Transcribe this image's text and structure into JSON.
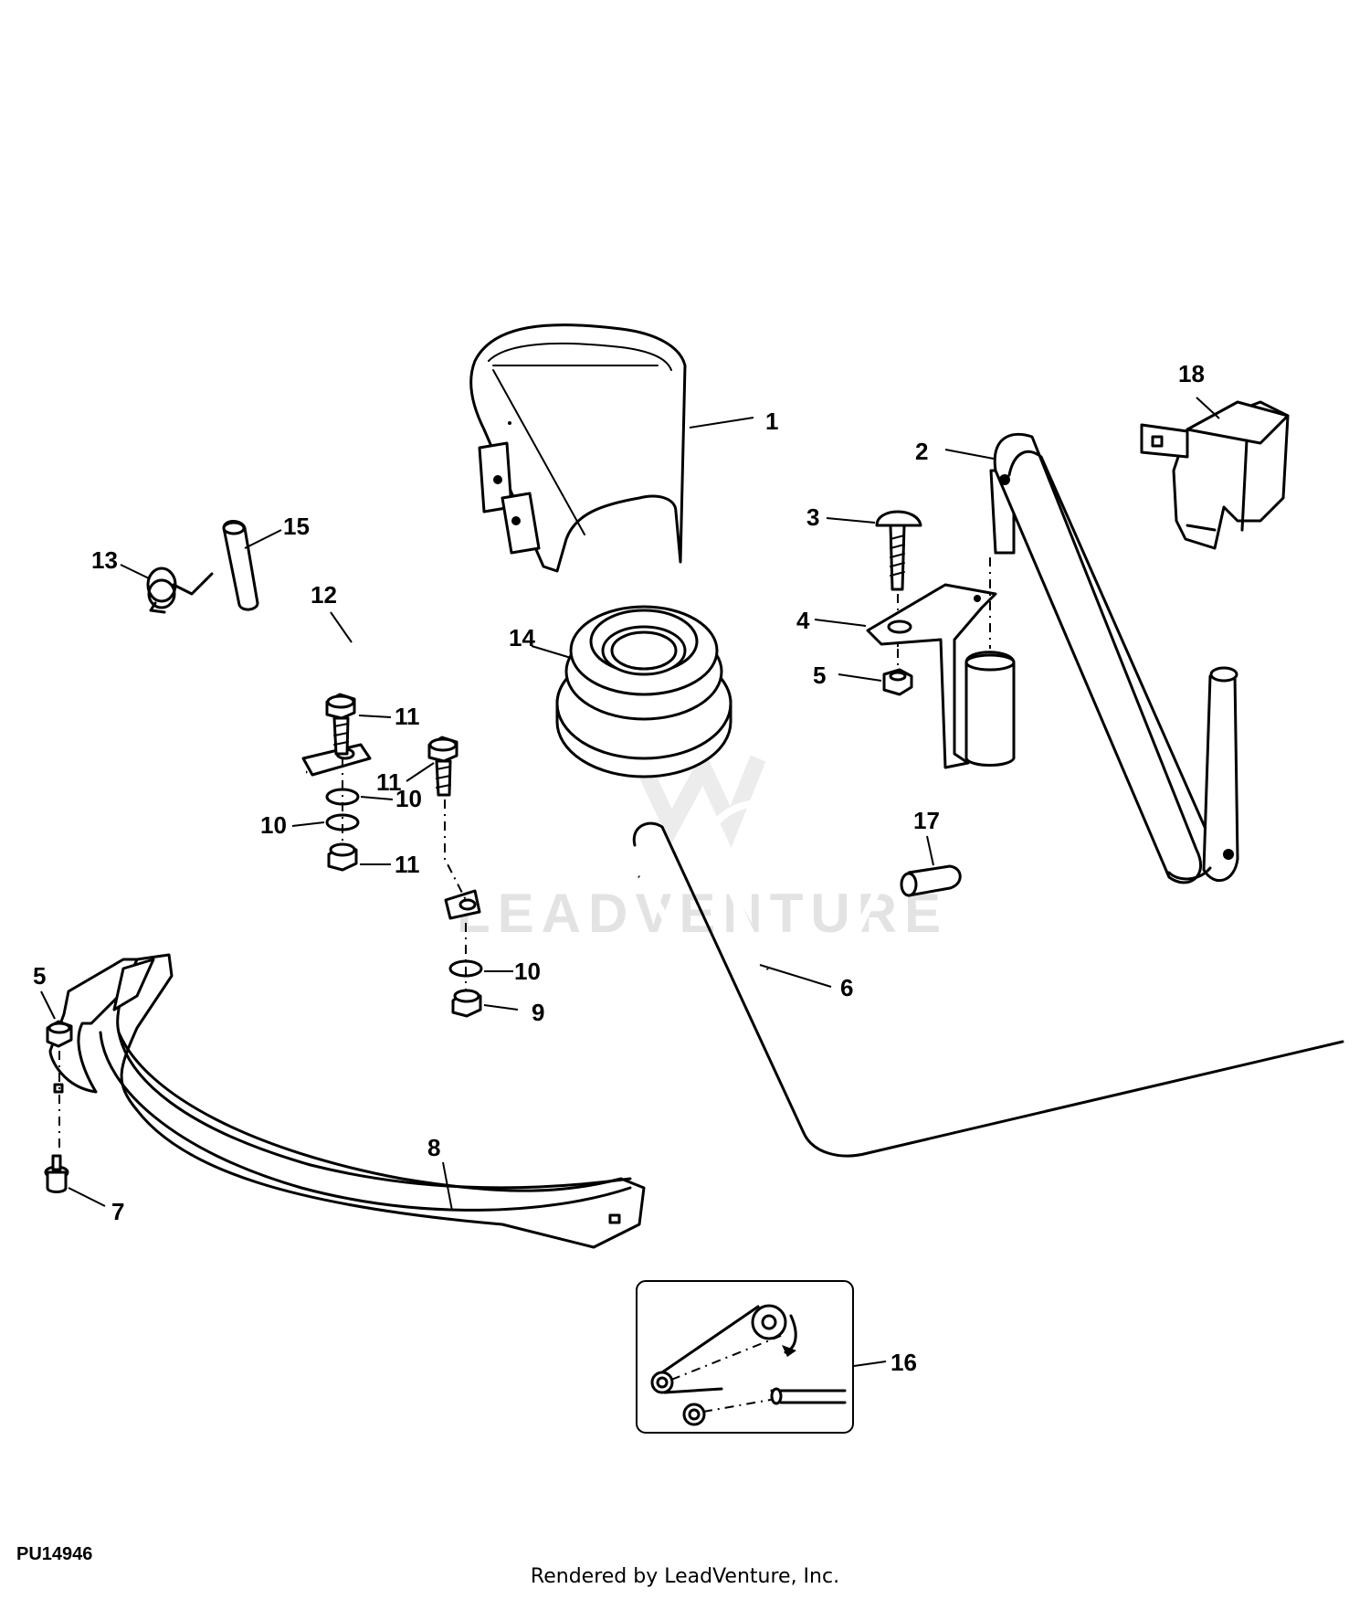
{
  "diagram": {
    "document_id": "PU14946",
    "footer": "Rendered by LeadVenture, Inc.",
    "watermark": "LEADVENTURE",
    "callouts": {
      "c1": "1",
      "c2": "2",
      "c3": "3",
      "c4": "4",
      "c5a": "5",
      "c5b": "5",
      "c6": "6",
      "c7": "7",
      "c8": "8",
      "c9": "9",
      "c10a": "10",
      "c10b": "10",
      "c10c": "10",
      "c11a": "11",
      "c11b": "11",
      "c11c": "11",
      "c12": "12",
      "c13": "13",
      "c14": "14",
      "c15": "15",
      "c16": "16",
      "c17": "17",
      "c18": "18"
    }
  }
}
